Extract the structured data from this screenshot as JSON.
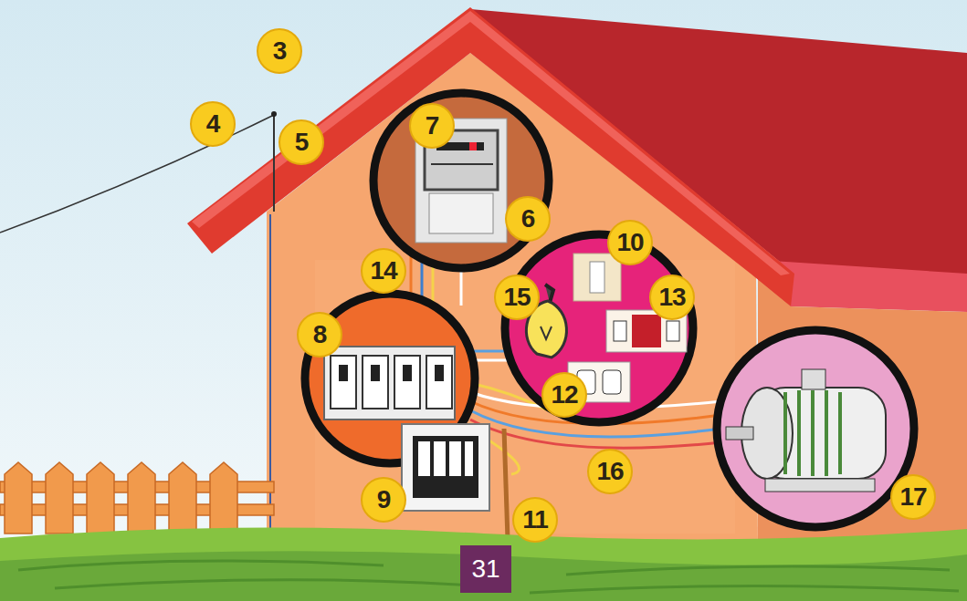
{
  "diagram": {
    "labels": [
      "3",
      "4",
      "5",
      "7",
      "6",
      "10",
      "14",
      "15",
      "13",
      "8",
      "12",
      "16",
      "9",
      "11",
      "17",
      "31"
    ]
  }
}
